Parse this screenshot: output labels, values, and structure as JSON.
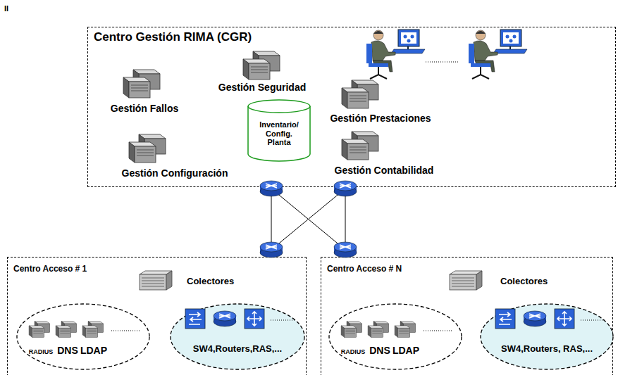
{
  "diagram": {
    "nodes": [
      {
        "text": [
          "Centro Gestión RIMA (CGR)"
        ]
      },
      {
        "text": [
          "Inventario/ Config. Planta"
        ],
        "in": 0
      },
      {
        "text": [
          "Centro Acceso # 1"
        ]
      },
      {
        "text": [
          "RADIUS",
          "DNS",
          "LDAP"
        ],
        "in": 2
      },
      {
        "text": [
          "SW4,Routers,RAS,..."
        ],
        "in": 2
      },
      {
        "text": [
          "Centro Acceso # N"
        ]
      },
      {
        "text": [
          "RADIUS",
          "DNS",
          "LDAP"
        ],
        "in": 5
      },
      {
        "text": [
          "SW4,Routers, RAS,..."
        ],
        "in": 5
      }
    ],
    "labels": [
      "II",
      "Gestión Fallos",
      "Gestión Seguridad",
      "Gestión Prestaciones",
      "Gestión Configuración",
      "Gestión Contabilidad",
      "Colectores",
      "Colectores"
    ]
  }
}
